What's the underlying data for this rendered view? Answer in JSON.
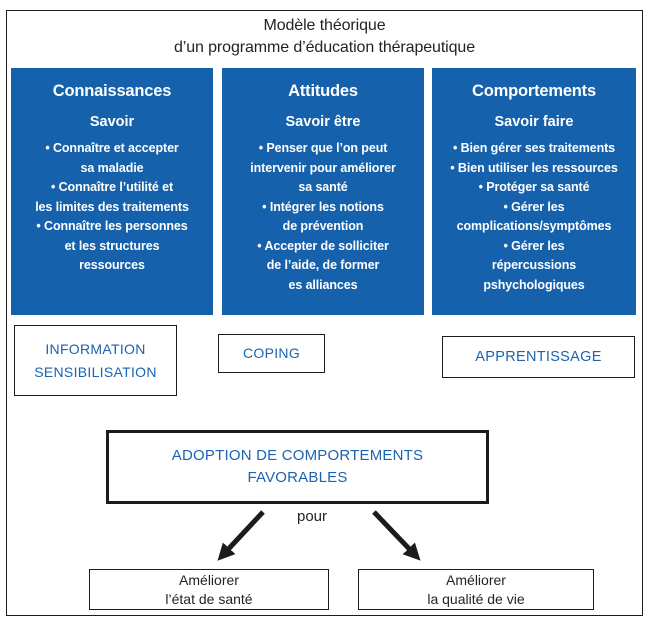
{
  "title": {
    "lines": [
      "Modèle théorique",
      "d’un programme d’éducation thérapeutique"
    ]
  },
  "colors": {
    "column_blue": "#1561AC",
    "label_blue": "#1C63B0",
    "ink": "#26231F",
    "border_black": "#1C1C1C"
  },
  "columns": [
    {
      "header": "Connaissances",
      "subheader": "Savoir",
      "body_lines": [
        "• Connaître et accepter",
        "sa maladie",
        "• Connaître l’utilité et",
        "les limites des traitements",
        "• Connaître les personnes",
        "et les structures",
        "ressources"
      ]
    },
    {
      "header": "Attitudes",
      "subheader": "Savoir être",
      "body_lines": [
        "• Penser que l’on peut",
        "intervenir pour améliorer",
        "sa santé",
        "• Intégrer les notions",
        "de prévention",
        "• Accepter de solliciter",
        "de l’aide, de former",
        "es alliances"
      ]
    },
    {
      "header": "Comportements",
      "subheader": "Savoir faire",
      "body_lines": [
        "• Bien gérer ses traitements",
        "• Bien utiliser les ressources",
        "• Protéger sa santé",
        "• Gérer les",
        "complications/symptômes",
        "• Gérer les",
        "répercussions",
        "pshychologiques"
      ]
    }
  ],
  "tags": [
    {
      "lines": [
        "INFORMATION",
        "SENSIBILISATION"
      ]
    },
    {
      "lines": [
        "COPING"
      ]
    },
    {
      "lines": [
        "APPRENTISSAGE"
      ]
    }
  ],
  "adoption": {
    "lines": [
      "ADOPTION DE COMPORTEMENTS",
      "FAVORABLES"
    ]
  },
  "connector": {
    "label": "pour"
  },
  "outcomes": [
    {
      "lines": [
        "Améliorer",
        "l’état de santé"
      ]
    },
    {
      "lines": [
        "Améliorer",
        "la qualité de vie"
      ]
    }
  ]
}
